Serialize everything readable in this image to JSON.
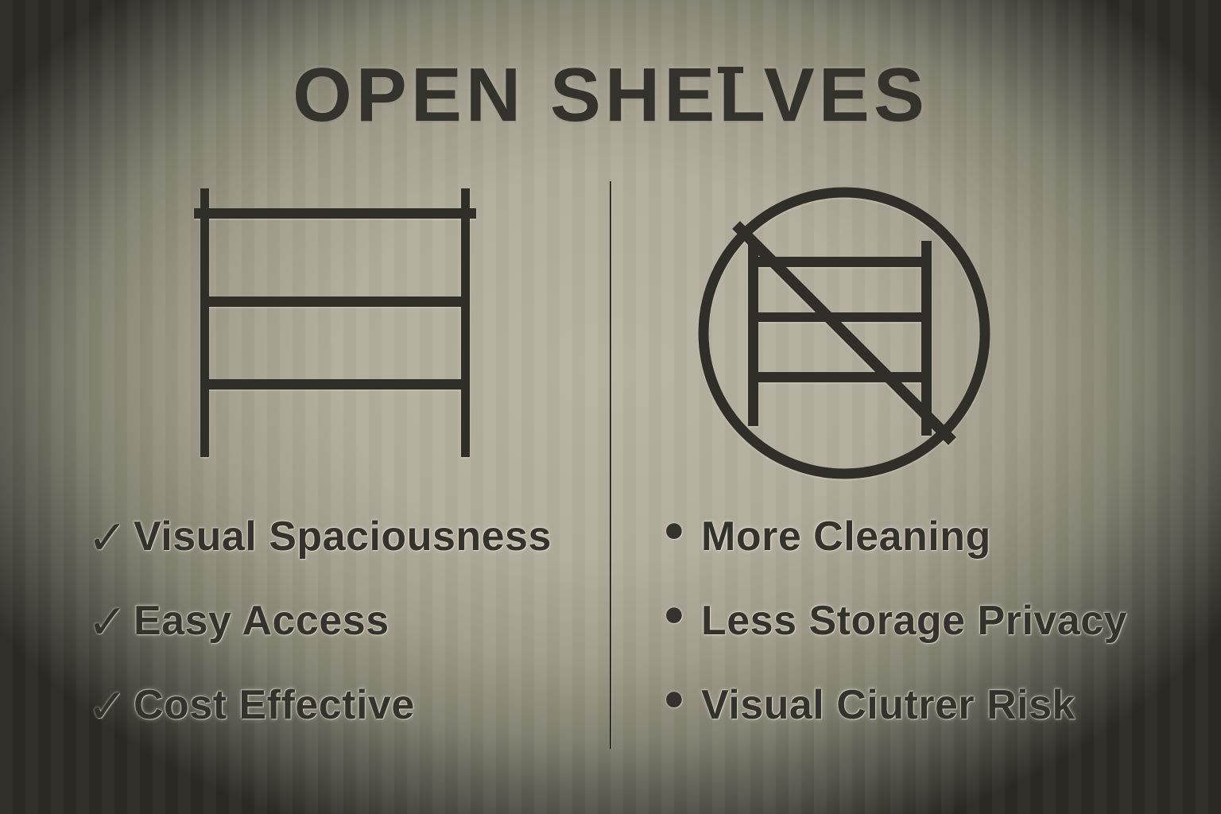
{
  "title": "OPEN SHELVES",
  "colors": {
    "ink": "#34322c",
    "background_center": "#b8b4a3",
    "background_edge": "#2b2a25",
    "text_halo": "#ece8d7"
  },
  "left_panel": {
    "icon": "open-shelf-icon",
    "marker": "✓",
    "items": [
      "Visual Spaciousness",
      "Easy Access",
      "Cost Effective"
    ]
  },
  "right_panel": {
    "icon": "crossed-out-shelf-icon",
    "marker": "•",
    "items": [
      "More Cleaning",
      "Less Storage Privacy",
      "Visual Ciutrer Risk"
    ]
  }
}
